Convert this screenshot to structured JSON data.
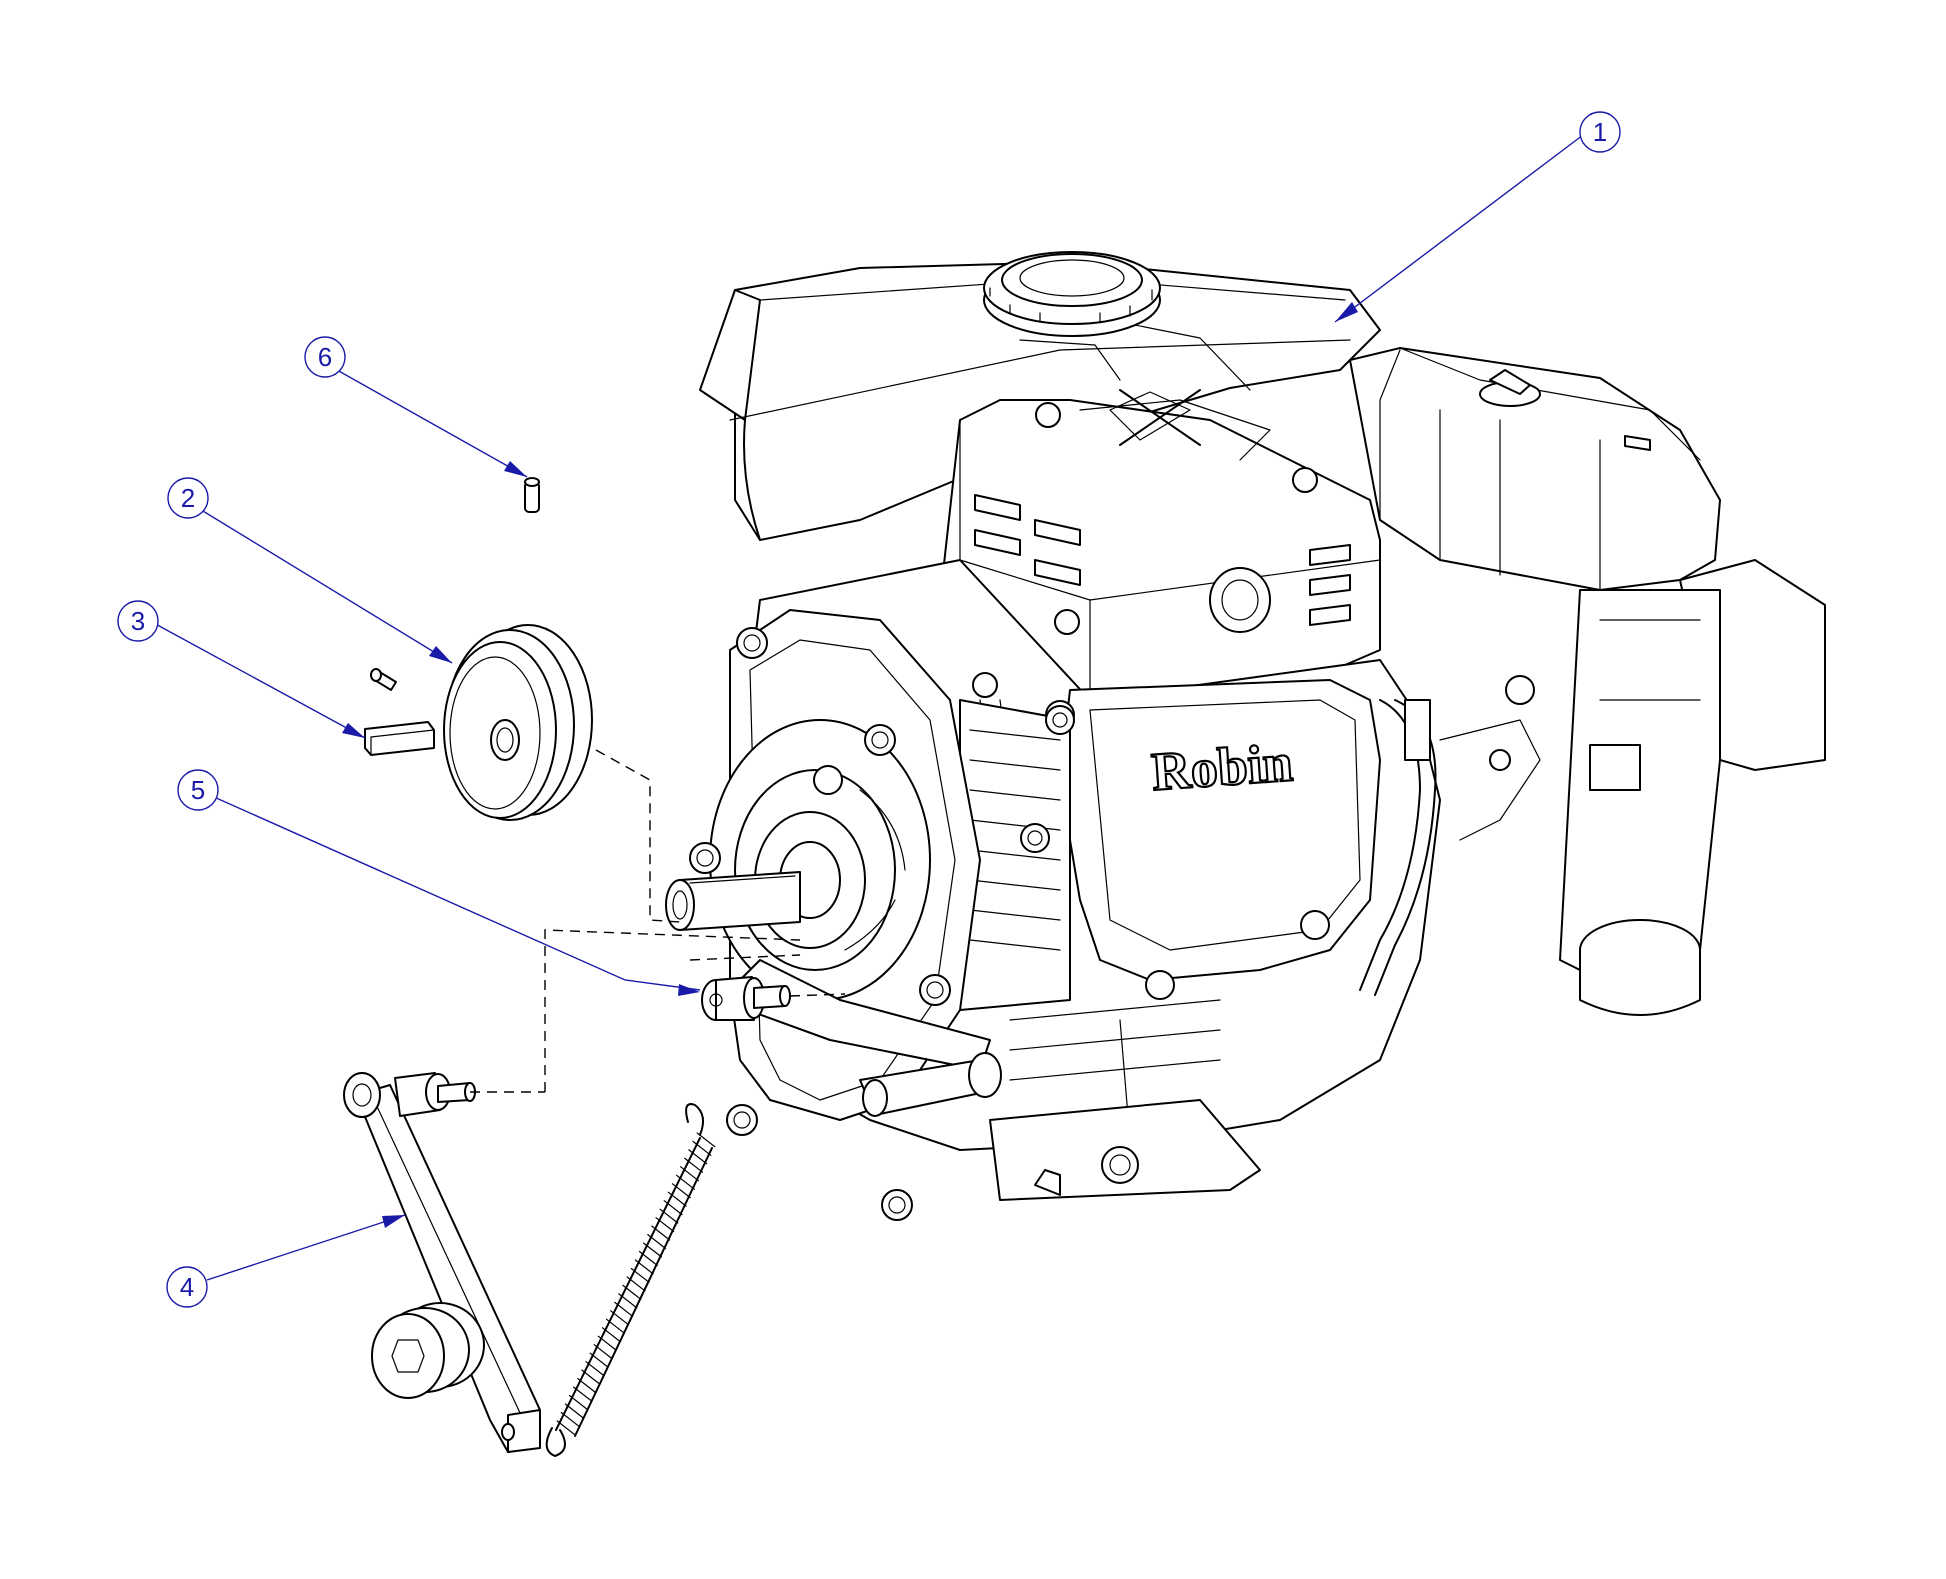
{
  "brand_text": "Robin",
  "callouts": [
    {
      "id": "1",
      "label": "1"
    },
    {
      "id": "2",
      "label": "2"
    },
    {
      "id": "3",
      "label": "3"
    },
    {
      "id": "4",
      "label": "4"
    },
    {
      "id": "5",
      "label": "5"
    },
    {
      "id": "6",
      "label": "6"
    }
  ],
  "colors": {
    "leader": "#1a1aa8",
    "line": "#000000",
    "background": "#ffffff"
  }
}
